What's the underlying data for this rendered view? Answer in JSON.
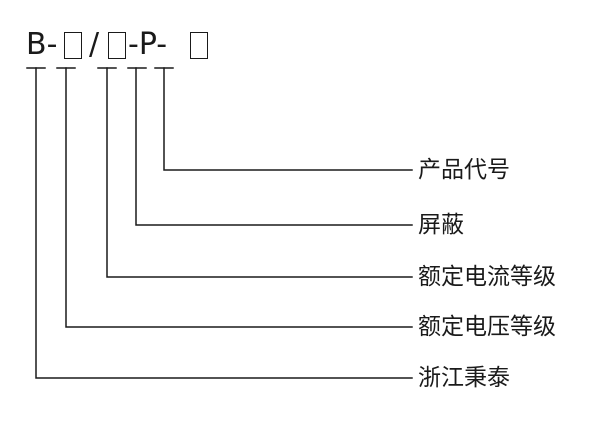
{
  "model_code": {
    "prefix": "B-",
    "slash": "/",
    "dash_p_dash": "-P-"
  },
  "labels": {
    "product_code": "产品代号",
    "shielding": "屏蔽",
    "rated_current_grade": "额定电流等级",
    "rated_voltage_grade": "额定电压等级",
    "company": "浙江秉泰"
  },
  "colors": {
    "ink": "#1a1a1a",
    "background": "#ffffff"
  }
}
